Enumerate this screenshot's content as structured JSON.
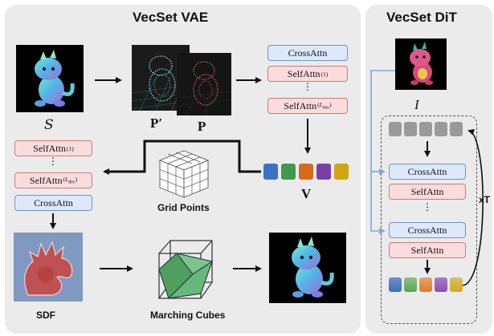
{
  "vae": {
    "title": "VecSet VAE",
    "input_symbol": "S",
    "pointcloud_prime_label": "P′",
    "pointcloud_label": "P",
    "encoder": {
      "cross_attn": "CrossAttn",
      "self_attn_1": "SelfAttn",
      "self_attn_1_sup": "(1)",
      "self_attn_enc": "SelfAttn",
      "self_attn_enc_sup": "L",
      "self_attn_enc_sub": "enc"
    },
    "latent_label": "V",
    "latent_colors": [
      "#3b73c4",
      "#3f9a4d",
      "#d86a1c",
      "#7b3fa8",
      "#cfa514"
    ],
    "decoder": {
      "self_attn_1": "SelfAttn",
      "self_attn_1_sup": "(1)",
      "self_attn_dec": "SelfAttn",
      "self_attn_dec_sup": "L",
      "self_attn_dec_sub": "dec",
      "cross_attn": "CrossAttn"
    },
    "grid_points_label": "Grid Points",
    "sdf_label": "SDF",
    "marching_cubes_label": "Marching Cubes"
  },
  "dit": {
    "title": "VecSet DiT",
    "condition_symbol": "I",
    "noise_colors": [
      "#9a9a9a",
      "#9a9a9a",
      "#9a9a9a",
      "#9a9a9a",
      "#9a9a9a"
    ],
    "block1_cross": "CrossAttn",
    "block1_self": "SelfAttn",
    "block2_cross": "CrossAttn",
    "block2_self": "SelfAttn",
    "output_colors": [
      "#3d6fb8",
      "#59a556",
      "#e07b26",
      "#8a4fb0",
      "#d2ab1d"
    ],
    "repeat_label": "xT"
  },
  "colors": {
    "panel_bg": "#ebebeb",
    "cross_attn_fill": "#dde8fb",
    "self_attn_fill": "#fbdcdc",
    "condition_arrow": "#7fa6de"
  }
}
